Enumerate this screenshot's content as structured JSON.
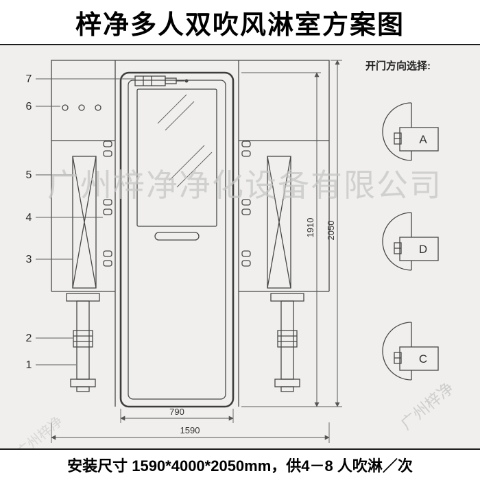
{
  "header": {
    "title": "梓净多人双吹风淋室方案图"
  },
  "drawing": {
    "callouts": [
      "7",
      "6",
      "5",
      "4",
      "3",
      "2",
      "1"
    ],
    "dimensions": {
      "door_width": "790",
      "overall_width": "1590",
      "door_height": "1910",
      "overall_height": "2050"
    }
  },
  "door_direction_panel": {
    "label": "开门方向选择:",
    "options": [
      "A",
      "D",
      "C"
    ]
  },
  "watermark": {
    "company": "广州梓净净化设备有限公司",
    "brand": "广州梓净"
  },
  "footer": {
    "text": "安装尺寸 1590*4000*2050mm，供4－8 人吹淋／次"
  },
  "colors": {
    "background": "#f0efed",
    "line": "#474747",
    "watermark": "#c6c6c4"
  }
}
